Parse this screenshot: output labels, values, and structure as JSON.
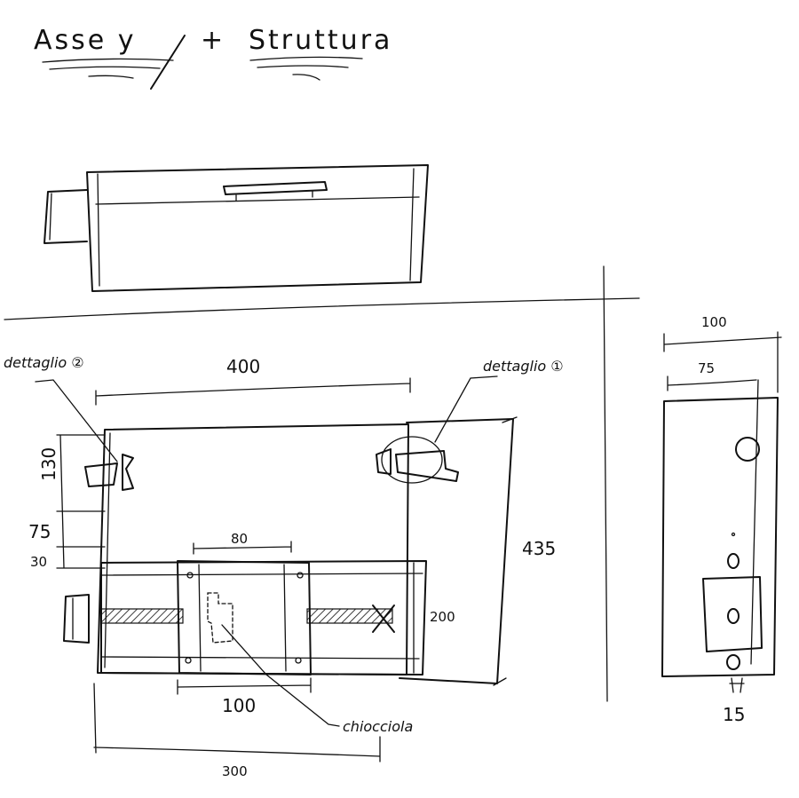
{
  "title": {
    "part1": "Asse y",
    "plus": "+",
    "part2": "Struttura"
  },
  "labels": {
    "dettaglio_2": "dettaglio ②",
    "dettaglio_1": "dettaglio ①",
    "chiocciola": "chiocciola"
  },
  "dimensions": {
    "width_400": "400",
    "height_130": "130",
    "height_75": "75",
    "height_30_left": "30",
    "width_80": "80",
    "height_435": "435",
    "height_200": "200",
    "width_100_bottom": "100",
    "width_300": "300",
    "side_100": "100",
    "side_75": "75",
    "side_15": "15"
  }
}
